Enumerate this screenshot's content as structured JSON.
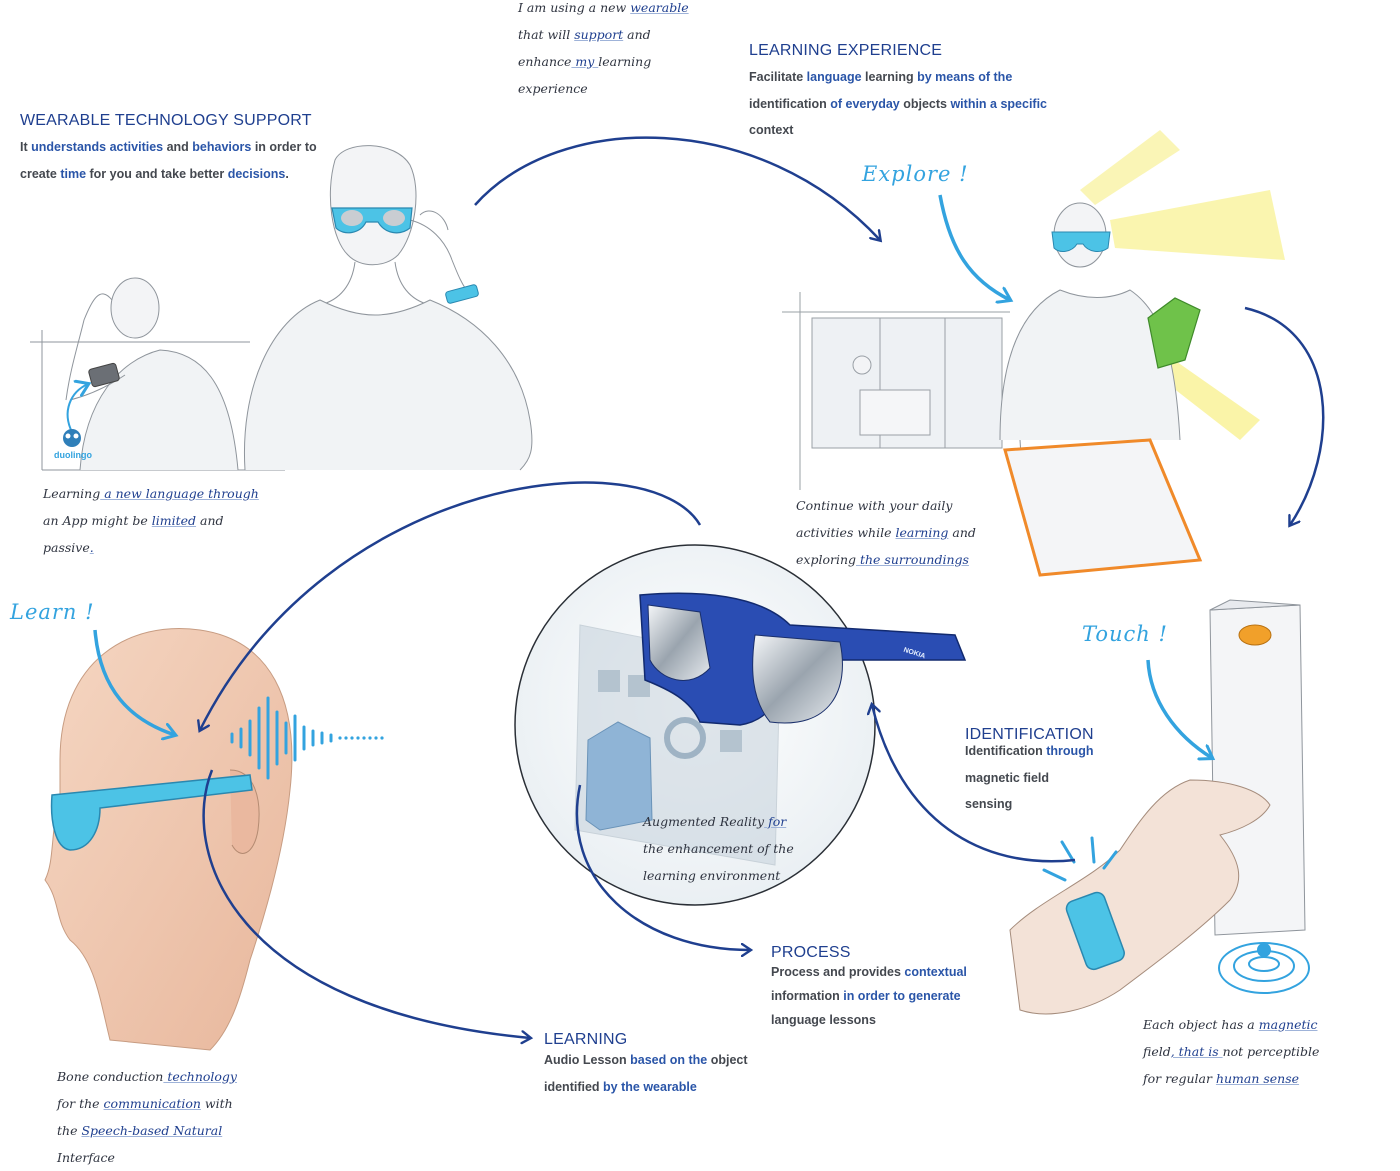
{
  "blocks": {
    "wearable": {
      "heading": "WEARABLE TECHNOLOGY SUPPORT",
      "line1": [
        "It ",
        "understands",
        " ",
        "activities",
        " and ",
        "behaviors",
        " in order to"
      ],
      "line2": [
        "create ",
        "time",
        " for you and take better ",
        "decisions",
        "."
      ]
    },
    "learning_experience": {
      "heading": "LEARNING EXPERIENCE",
      "line1": [
        "Facilitate",
        " language ",
        "learning",
        " by means of the"
      ],
      "line2": [
        "identification",
        " of everyday ",
        "objects",
        " within a specific"
      ],
      "line3": [
        "context"
      ]
    },
    "identification": {
      "heading": "IDENTIFICATION",
      "line1": [
        "Identification",
        " through"
      ],
      "line2": [
        "magnetic field"
      ],
      "line3": [
        "sensing"
      ]
    },
    "process": {
      "heading": "PROCESS",
      "line1": [
        "Process and provides ",
        "contextual"
      ],
      "line2": [
        "information",
        " in order to generate"
      ],
      "line3": [
        "language lessons"
      ]
    },
    "learning": {
      "heading": "LEARNING",
      "line1": [
        "Audio Lesson",
        " based on the ",
        "object"
      ],
      "line2": [
        "identified",
        " by the wearable"
      ]
    }
  },
  "notes": {
    "top": {
      "line1": [
        "I am using a new ",
        "wearable"
      ],
      "line2": [
        "that will ",
        "support",
        " and"
      ],
      "line3": [
        "enhance",
        " my ",
        "learning"
      ],
      "line4": [
        "experience"
      ]
    },
    "app": {
      "line1": [
        "Learning",
        " a new language through"
      ],
      "line2": [
        "an App might be ",
        "limited",
        " and"
      ],
      "line3": [
        "passive",
        "."
      ]
    },
    "daily": {
      "line1": [
        "Continue with  your daily"
      ],
      "line2": [
        "activities while ",
        "learning",
        " and"
      ],
      "line3": [
        "exploring",
        " the surroundings"
      ]
    },
    "ar": {
      "line1": [
        "Augmented Reality",
        " for"
      ],
      "line2": [
        "the enhancement of the"
      ],
      "line3": [
        "learning environment"
      ]
    },
    "magnetic": {
      "line1": [
        "Each object has a ",
        "magnetic"
      ],
      "line2": [
        "field",
        ", that is ",
        "not perceptible"
      ],
      "line3": [
        "for regular ",
        "human sense"
      ]
    },
    "bone": {
      "line1": [
        "Bone conduction",
        " technology"
      ],
      "line2": [
        "for the ",
        "communication",
        " with"
      ],
      "line3": [
        "the ",
        "Speech-based Natural"
      ],
      "line4": [
        "Interface"
      ]
    }
  },
  "exclamations": {
    "explore": "Explore !",
    "learn": "Learn !",
    "touch": "Touch !"
  },
  "labels": {
    "app_brand": "duolingo",
    "glasses_brand": "NOKIA"
  },
  "colors": {
    "heading": "#1f3f8f",
    "arrow_dark": "#1f3f8f",
    "arrow_light": "#33a3df",
    "glasses_blue": "#2a4db3",
    "cyan": "#4cc3e6",
    "skin": "#f2cdb6",
    "green_box": "#6fc24a",
    "yellow_light": "#f6ec6e"
  }
}
